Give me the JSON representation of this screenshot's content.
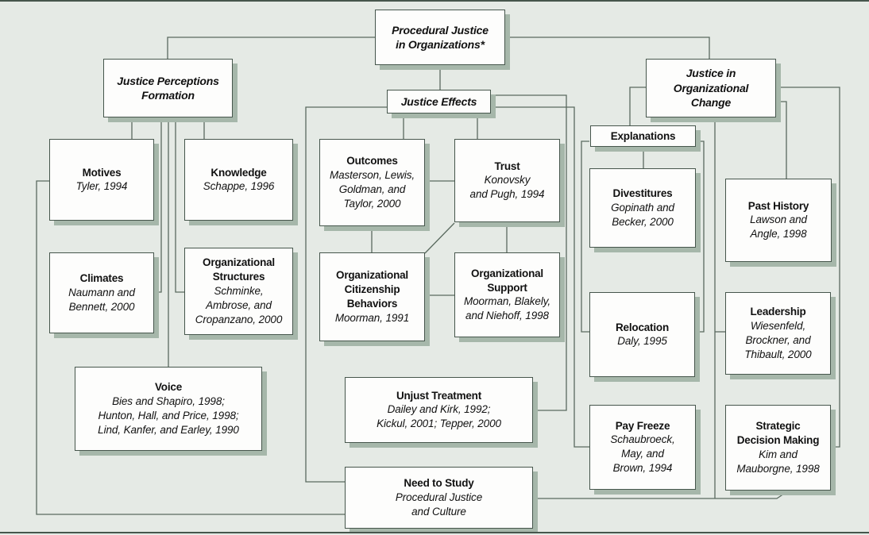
{
  "colors": {
    "background": "#e5eae5",
    "box_fill": "#fdfdfc",
    "box_border": "#46564c",
    "box_shadow": "#a6b7aa",
    "connector_line": "#5a6a5f",
    "text": "#111111"
  },
  "boxes": {
    "proc_justice": {
      "title": "Procedural Justice\nin Organizations*"
    },
    "jpf": {
      "title": "Justice Perceptions\nFormation"
    },
    "justice_effects": {
      "title": "Justice Effects"
    },
    "joc": {
      "title": "Justice in\nOrganizational\nChange"
    },
    "explanations": {
      "title": "Explanations"
    },
    "motives": {
      "title": "Motives",
      "citation": "Tyler, 1994"
    },
    "knowledge": {
      "title": "Knowledge",
      "citation": "Schappe, 1996"
    },
    "outcomes": {
      "title": "Outcomes",
      "citation": "Masterson, Lewis,\nGoldman, and\nTaylor, 2000"
    },
    "trust": {
      "title": "Trust",
      "citation": "Konovsky\nand Pugh, 1994"
    },
    "divestitures": {
      "title": "Divestitures",
      "citation": "Gopinath and\nBecker, 2000"
    },
    "past_history": {
      "title": "Past History",
      "citation": "Lawson and\nAngle, 1998"
    },
    "climates": {
      "title": "Climates",
      "citation": "Naumann and\nBennett, 2000"
    },
    "org_structures": {
      "title": "Organizational\nStructures",
      "citation": "Schminke,\nAmbrose, and\nCropanzano, 2000"
    },
    "ocb": {
      "title": "Organizational\nCitizenship\nBehaviors",
      "citation": "Moorman, 1991"
    },
    "org_support": {
      "title": "Organizational\nSupport",
      "citation": "Moorman, Blakely,\nand Niehoff, 1998"
    },
    "relocation": {
      "title": "Relocation",
      "citation": "Daly, 1995"
    },
    "leadership": {
      "title": "Leadership",
      "citation": "Wiesenfeld,\nBrockner, and\nThibault, 2000"
    },
    "voice": {
      "title": "Voice",
      "citation": "Bies and Shapiro, 1998;\nHunton, Hall, and Price, 1998;\nLind, Kanfer, and Earley, 1990"
    },
    "unjust_treatment": {
      "title": "Unjust Treatment",
      "citation": "Dailey and Kirk, 1992;\nKickul, 2001; Tepper, 2000"
    },
    "pay_freeze": {
      "title": "Pay Freeze",
      "citation": "Schaubroeck,\nMay, and\nBrown, 1994"
    },
    "sdm": {
      "title": "Strategic\nDecision Making",
      "citation": "Kim and\nMauborgne, 1998"
    },
    "need_to_study": {
      "title": "Need to Study",
      "citation": "Procedural Justice\nand Culture"
    }
  }
}
